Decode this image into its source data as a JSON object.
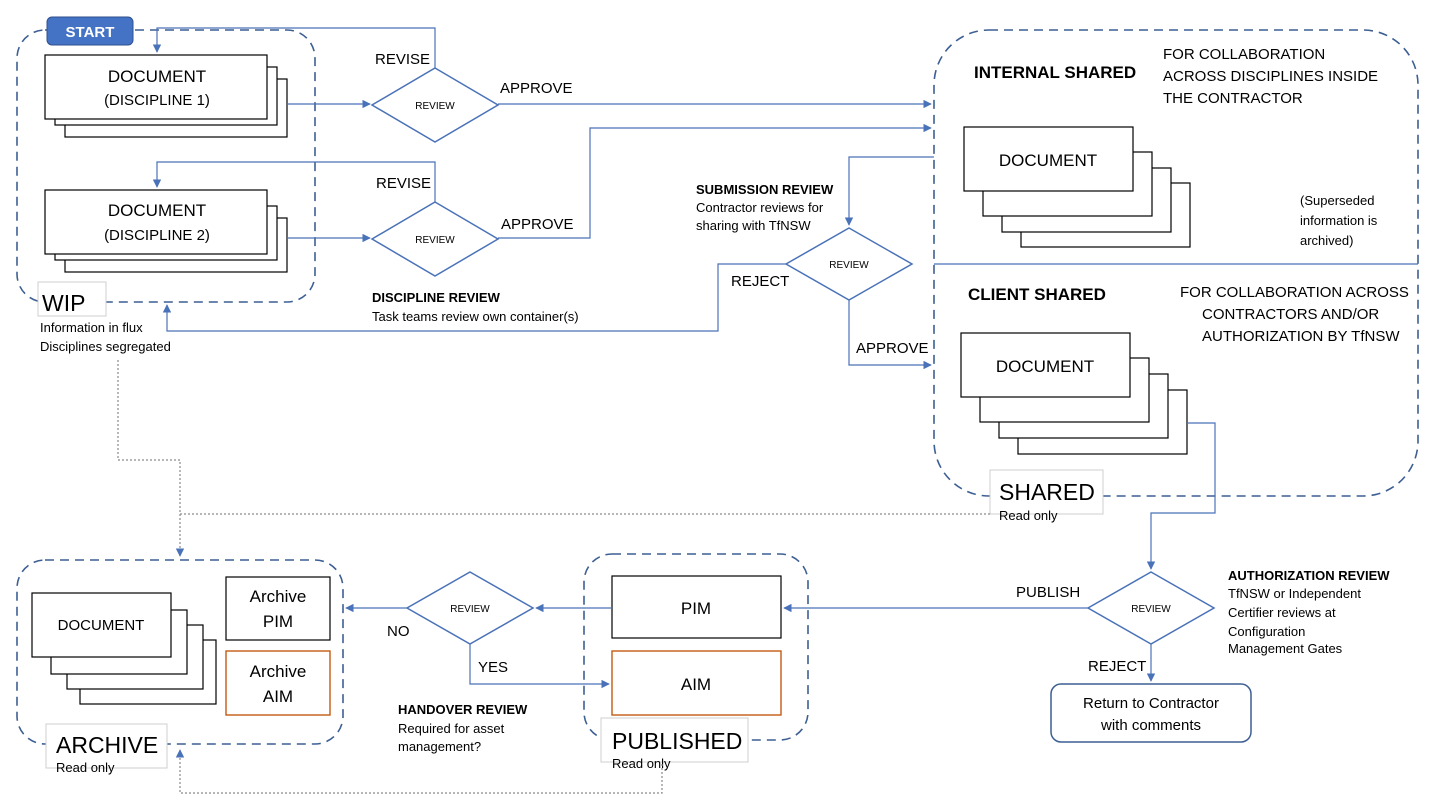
{
  "start": "START",
  "wip": {
    "label": "WIP",
    "desc1": "Information in flux",
    "desc2": "Disciplines segregated",
    "doc1": {
      "line1": "DOCUMENT",
      "line2": "(DISCIPLINE 1)"
    },
    "doc2": {
      "line1": "DOCUMENT",
      "line2": "(DISCIPLINE 2)"
    }
  },
  "discipline_review": {
    "review1": "REVIEW",
    "review2": "REVIEW",
    "revise1": "REVISE",
    "revise2": "REVISE",
    "approve1": "APPROVE",
    "approve2": "APPROVE",
    "title": "DISCIPLINE REVIEW",
    "desc": "Task teams review own container(s)"
  },
  "submission_review": {
    "title": "SUBMISSION REVIEW",
    "desc1": "Contractor reviews for",
    "desc2": "sharing with TfNSW",
    "review": "REVIEW",
    "reject": "REJECT",
    "approve": "APPROVE"
  },
  "shared": {
    "label": "SHARED",
    "sub": "Read only",
    "internal_title": "INTERNAL SHARED",
    "internal_desc1": "FOR COLLABORATION",
    "internal_desc2": "ACROSS DISCIPLINES INSIDE",
    "internal_desc3": "THE CONTRACTOR",
    "internal_doc": "DOCUMENT",
    "superseded1": "(Superseded",
    "superseded2": "information is",
    "superseded3": "archived)",
    "client_title": "CLIENT SHARED",
    "client_desc1": "FOR COLLABORATION ACROSS",
    "client_desc2": "CONTRACTORS AND/OR",
    "client_desc3": "AUTHORIZATION BY TfNSW",
    "client_doc": "DOCUMENT"
  },
  "authorization_review": {
    "title": "AUTHORIZATION REVIEW",
    "desc1": "TfNSW or Independent",
    "desc2": "Certifier reviews at",
    "desc3": "Configuration",
    "desc4": "Management Gates",
    "review": "REVIEW",
    "publish": "PUBLISH",
    "reject": "REJECT",
    "return1": "Return to Contractor",
    "return2": "with comments"
  },
  "published": {
    "label": "PUBLISHED",
    "sub": "Read only",
    "pim": "PIM",
    "aim": "AIM"
  },
  "handover_review": {
    "title": "HANDOVER REVIEW",
    "desc1": "Required for asset",
    "desc2": "management?",
    "review": "REVIEW",
    "no": "NO",
    "yes": "YES"
  },
  "archive": {
    "label": "ARCHIVE",
    "sub": "Read only",
    "doc": "DOCUMENT",
    "pim1": "Archive",
    "pim2": "PIM",
    "aim1": "Archive",
    "aim2": "AIM"
  },
  "colors": {
    "blue_line": "#4a72b8",
    "dashed_border": "#3d5f93",
    "start_fill": "#4472c4",
    "aim_border": "#c55a11",
    "dotted": "#8a8a8a"
  }
}
